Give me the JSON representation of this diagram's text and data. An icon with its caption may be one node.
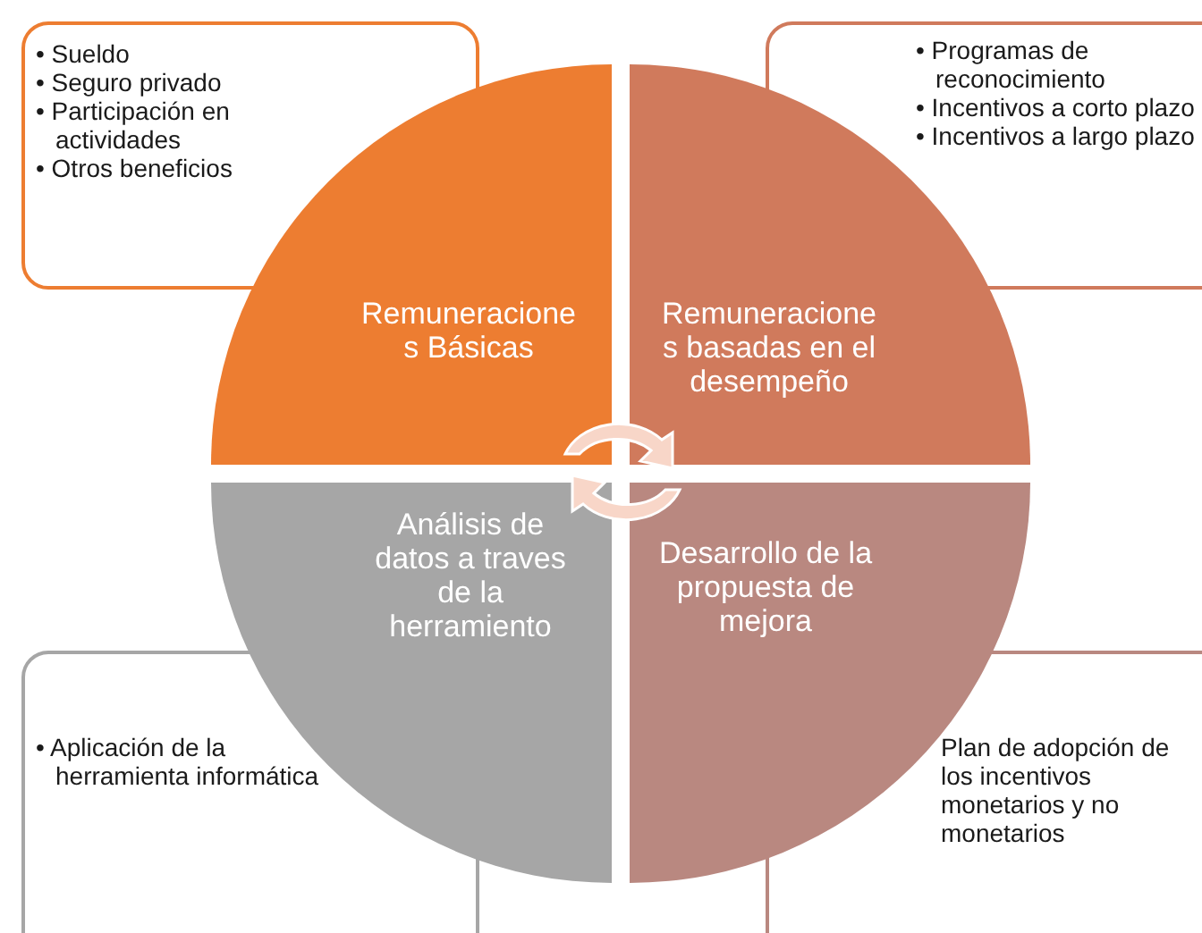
{
  "diagram": {
    "nodes": [
      {
        "text": [
          "• Sueldo",
          "• Seguro privado",
          "• Participación en actividades",
          "• Otros beneficios"
        ]
      },
      {
        "text": [
          "• Programas de reconocimiento",
          "• Incentivos a corto plazo",
          "• Incentivos a largo plazo"
        ]
      },
      {
        "text": [
          "• Aplicación de la herramienta informática"
        ]
      },
      {
        "text": [
          "Plan de adopción de los incentivos monetarios y no monetarios"
        ]
      },
      {
        "text": [
          "Remuneraciones Básicas"
        ]
      },
      {
        "text": [
          "Remuneraciones basadas en el desempeño"
        ]
      },
      {
        "text": [
          "Análisis de datos a traves de la herramiento"
        ]
      },
      {
        "text": [
          "Desarrollo de la propuesta de mejora"
        ]
      }
    ],
    "edges": []
  }
}
